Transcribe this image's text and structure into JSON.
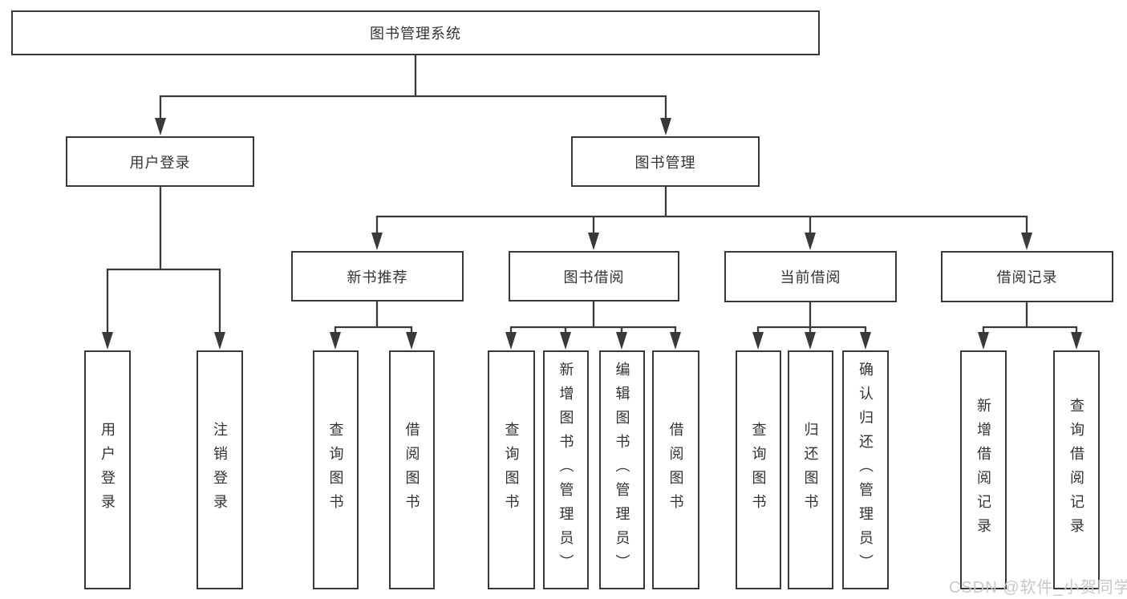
{
  "tree": {
    "label": "图书管理系统",
    "children": [
      {
        "label": "用户登录",
        "children": [
          {
            "label": "用户登录"
          },
          {
            "label": "注销登录"
          }
        ]
      },
      {
        "label": "图书管理",
        "children": [
          {
            "label": "新书推荐",
            "children": [
              {
                "label": "查询图书"
              },
              {
                "label": "借阅图书"
              }
            ]
          },
          {
            "label": "图书借阅",
            "children": [
              {
                "label": "查询图书"
              },
              {
                "label": "新增图书（管理员）"
              },
              {
                "label": "编辑图书（管理员）"
              },
              {
                "label": "借阅图书"
              }
            ]
          },
          {
            "label": "当前借阅",
            "children": [
              {
                "label": "查询图书"
              },
              {
                "label": "归还图书"
              },
              {
                "label": "确认归还（管理员）"
              }
            ]
          },
          {
            "label": "借阅记录",
            "children": [
              {
                "label": "新增借阅记录"
              },
              {
                "label": "查询借阅记录"
              }
            ]
          }
        ]
      }
    ]
  },
  "watermark": {
    "text": "CSDN @软件_小贺同学"
  },
  "colors": {
    "line": "#3a3a3a",
    "box_border": "#383838",
    "text": "#333333",
    "background": "#ffffff",
    "watermark": "#c8c8c8"
  }
}
